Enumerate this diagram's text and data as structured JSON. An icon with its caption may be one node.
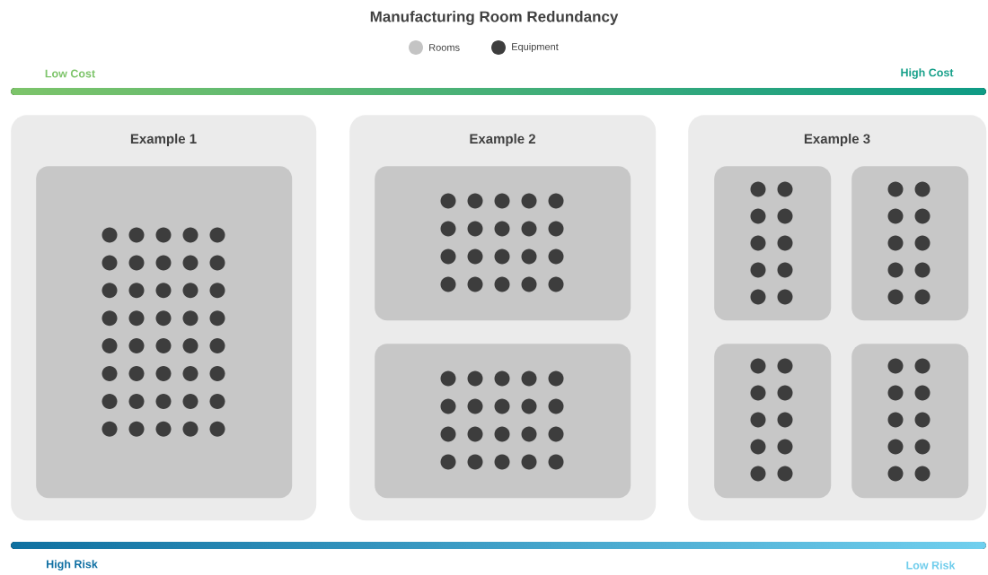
{
  "diagram": {
    "title": "Manufacturing Room Redundancy",
    "nodes": [
      {
        "text": [
          "Example 1"
        ]
      },
      {
        "text": [],
        "shape": "box",
        "in": 0
      },
      {
        "text": [
          "Example 2"
        ]
      },
      {
        "text": [],
        "shape": "box",
        "in": 2
      },
      {
        "text": [],
        "shape": "box",
        "in": 2
      },
      {
        "text": [
          "Example 3"
        ]
      },
      {
        "text": [],
        "shape": "box",
        "in": 5
      },
      {
        "text": [],
        "shape": "box",
        "in": 5
      },
      {
        "text": [],
        "shape": "box",
        "in": 5
      },
      {
        "text": [],
        "shape": "box",
        "in": 5
      }
    ],
    "labels": [
      "Low Cost",
      "High Cost",
      "High Risk",
      "Low Risk"
    ],
    "legend": [
      {
        "text": "Rooms",
        "color": "#c4c4c4"
      },
      {
        "text": "Equipment",
        "color": "#3d3d3d"
      }
    ]
  }
}
